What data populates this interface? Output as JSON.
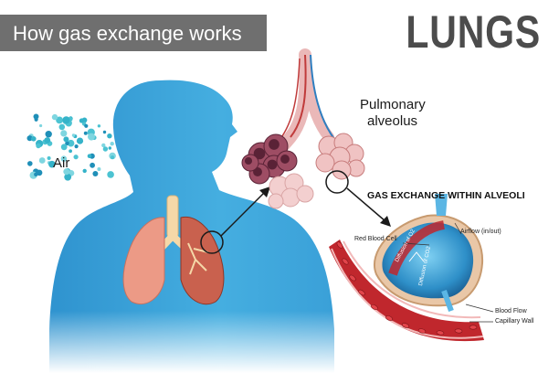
{
  "title": "How gas exchange works",
  "heading": "LUNGS",
  "labels": {
    "air": "Air",
    "pulmonary": "Pulmonary",
    "alveolus": "alveolus",
    "gas_exchange": "GAS EXCHANGE WITHIN ALVEOLI",
    "red_blood_cell": "Red Blood Cell",
    "airflow": "Airflow (in/out)",
    "diffusion_o2": "Diffusion of O2",
    "diffusion_co2": "Diffusion of CO2",
    "blood_flow": "Blood Flow",
    "capillary_wall": "Capillary Wall"
  },
  "colors": {
    "title_bg": "#6f6f6f",
    "body": "#3a9fd6",
    "lung": "#e89a8a",
    "blood": "#c0272d",
    "alveolus_blue": "#2e8fc8",
    "trachea": "#f5d8a8"
  },
  "icons": [
    "air-particles",
    "human-silhouette",
    "lungs",
    "alveoli-cluster",
    "capillary-cross-section"
  ]
}
